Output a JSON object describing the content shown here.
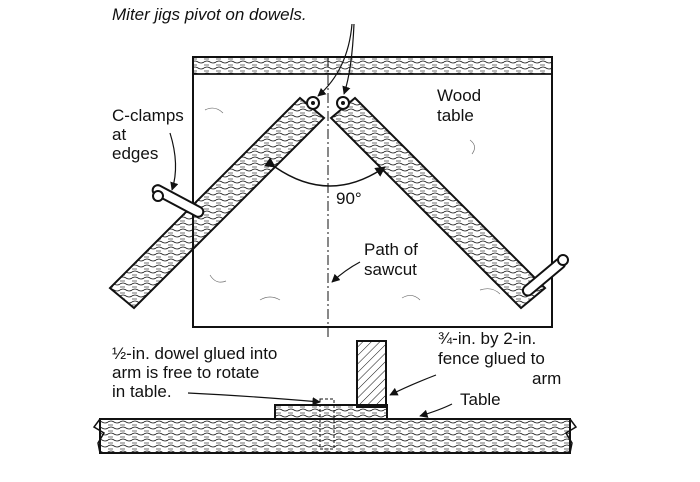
{
  "labels": {
    "title_callout": "Miter jigs pivot on dowels.",
    "c_clamps_line1": "C-clamps",
    "c_clamps_line2": "at",
    "c_clamps_line3": "edges",
    "wood_table_line1": "Wood",
    "wood_table_line2": "table",
    "angle": "90°",
    "path_line1": "Path of",
    "path_line2": "sawcut",
    "dowel_line1": "½-in. dowel glued into",
    "dowel_line2": "arm is free to rotate",
    "dowel_line3": "in table.",
    "fence_line1": "¾-in. by 2-in.",
    "fence_line2": "fence glued to",
    "fence_line3": "arm",
    "table_section": "Table"
  },
  "colors": {
    "ink": "#111111",
    "paper": "#ffffff"
  }
}
